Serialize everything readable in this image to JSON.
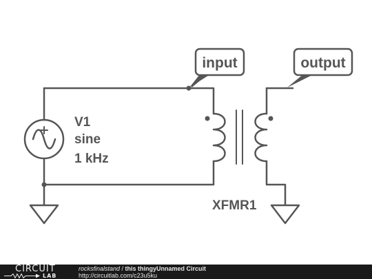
{
  "schematic": {
    "source": {
      "name": "V1",
      "type": "sine",
      "frequency": "1 kHz"
    },
    "transformer": {
      "name": "XFMR1"
    },
    "node_labels": {
      "input": "input",
      "output": "output"
    },
    "colors": {
      "wire": "#555555",
      "background": "#ffffff"
    }
  },
  "footer": {
    "logo_top": "CIRCUIT",
    "logo_bottom": "LAB",
    "author": "rocksfinalstand",
    "separator": " / ",
    "title": "this thingyUnnamed Circuit",
    "url": "http://circuitlab.com/c23u5ku"
  }
}
